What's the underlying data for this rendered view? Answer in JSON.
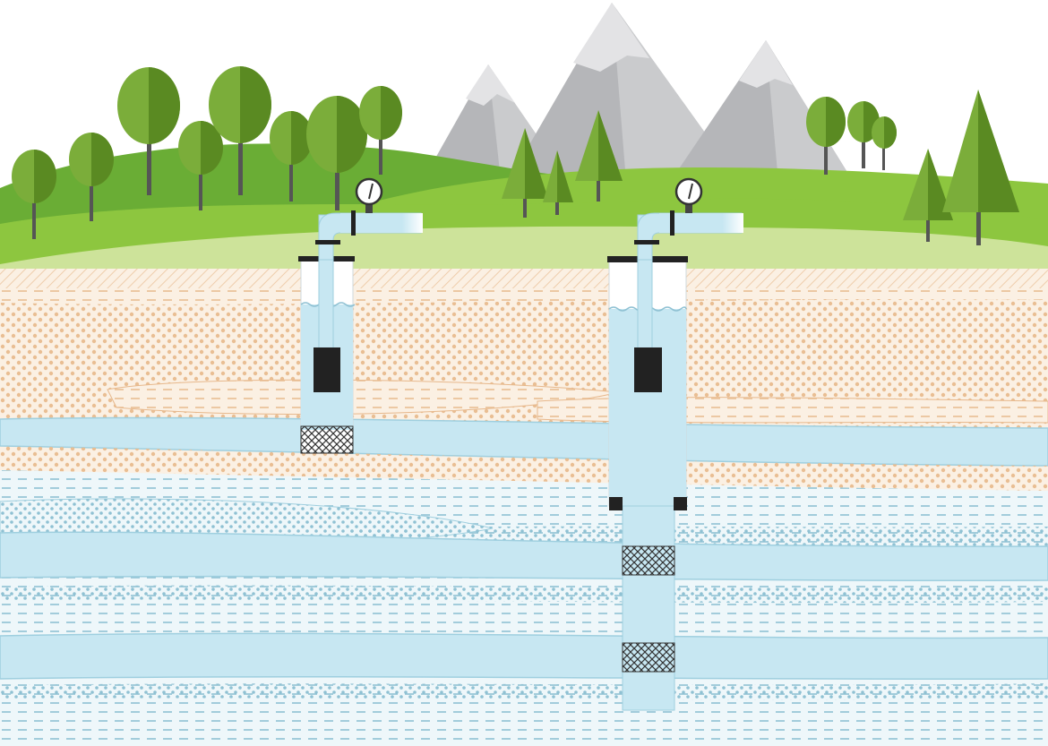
{
  "diagram": {
    "title": "",
    "wells": [
      {
        "id": "shallow-well",
        "label": "",
        "screens": 1,
        "has_gauge": true
      },
      {
        "id": "deep-well",
        "label": "",
        "screens": 2,
        "has_gauge": true
      }
    ],
    "layers": [
      "sand-gravel",
      "shallow-aquifer",
      "clay-sand",
      "deep-aquifer-1",
      "clay",
      "deep-aquifer-2",
      "silty-clay"
    ]
  },
  "colors": {
    "sky": "#ffffff",
    "hill_dark": "#6aad35",
    "hill_light": "#8dc63f",
    "meadow": "#cde39a",
    "tree_light": "#7bad3a",
    "tree_dark": "#5a8a22",
    "trunk": "#5a5a5a",
    "mountain": "#b9babd",
    "mountain_shade": "#cfd0d2",
    "snow": "#e6e6e8",
    "soil": "#fbf0e3",
    "soil_pattern": "#e7b88c",
    "clay": "#e8f4f8",
    "clay_pattern": "#7fb8cc",
    "water": "#c7e7f2",
    "water_stroke": "#9fcfdf",
    "pump": "#222222",
    "screen": "#333333"
  },
  "icons": [
    "pressure-gauge-icon",
    "pressure-gauge-icon"
  ]
}
